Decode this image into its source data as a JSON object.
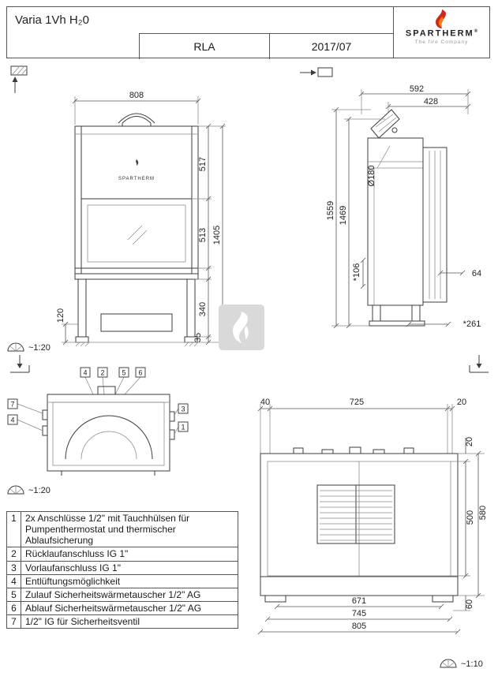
{
  "header": {
    "title": "Varia 1Vh H₂0",
    "code": "RLA",
    "date": "2017/07",
    "brand": "SPARTHERM",
    "brand_reg": "®",
    "brand_sub": "The fire Company"
  },
  "scales": {
    "front": "~1:20",
    "plan": "~1:20",
    "rear": "~1:10"
  },
  "front": {
    "logo": "SPARTHERM",
    "w808": "808",
    "h517": "517",
    "h513": "513",
    "h1405": "1405",
    "h340": "340",
    "h120": "120",
    "h35": "35"
  },
  "side": {
    "w592": "592",
    "w428": "428",
    "h1559": "1559",
    "h1469": "1469",
    "d180": "Ø180",
    "h106": "*106",
    "w64": "64",
    "w261": "*261"
  },
  "plan": {
    "c4a": "4",
    "c2": "2",
    "c5": "5",
    "c6": "6",
    "c7": "7",
    "c4b": "4",
    "c3": "3",
    "c1": "1"
  },
  "rear": {
    "w40": "40",
    "w725": "725",
    "w20": "20",
    "h20": "20",
    "h500": "500",
    "h580": "580",
    "h60": "60",
    "w671": "671",
    "w745": "745",
    "w805": "805"
  },
  "parts_table": {
    "rows": [
      {
        "num": "1",
        "text": "2x Anschlüsse 1/2\" mit Tauchhülsen für Pumpenthermostat und thermischer Ablaufsicherung"
      },
      {
        "num": "2",
        "text": "Rücklaufanschluss IG 1\""
      },
      {
        "num": "3",
        "text": "Vorlaufanschluss IG 1\""
      },
      {
        "num": "4",
        "text": "Entlüftungsmöglichkeit"
      },
      {
        "num": "5",
        "text": "Zulauf Sicherheitswärmetauscher  1/2\" AG"
      },
      {
        "num": "6",
        "text": "Ablauf Sicherheitswärmetauscher 1/2\" AG"
      },
      {
        "num": "7",
        "text": "1/2\" IG für Sicherheitsventil"
      }
    ]
  }
}
